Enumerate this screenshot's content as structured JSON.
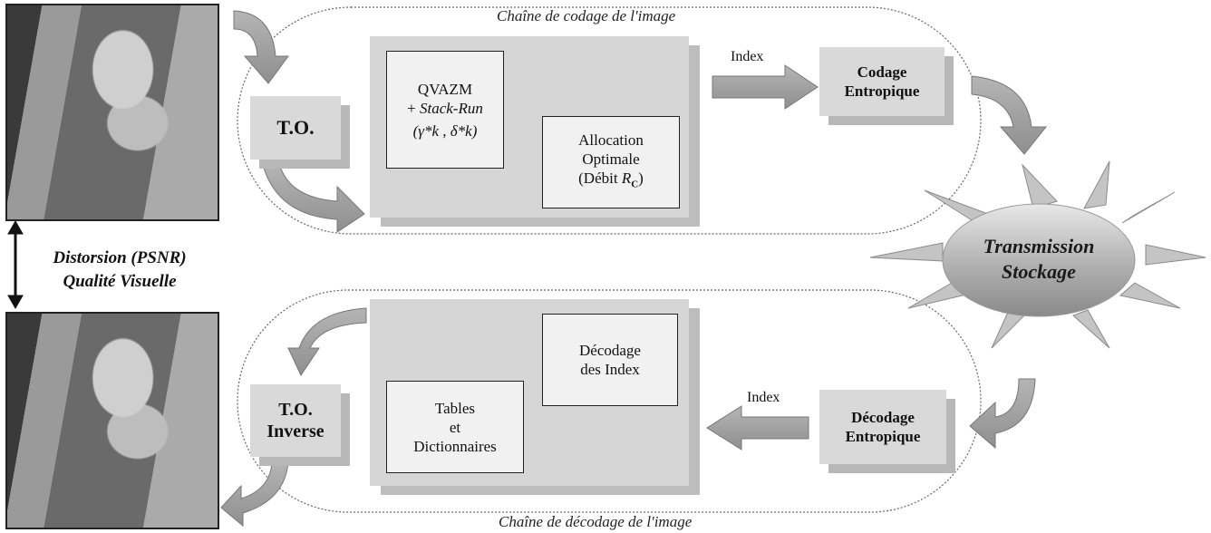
{
  "diagram": {
    "encoding_chain_label": "Chaîne de codage de l'image",
    "decoding_chain_label": "Chaîne de décodage de l'image",
    "to_label": "T.O.",
    "to_inverse_line1": "T.O.",
    "to_inverse_line2": "Inverse",
    "qvazm_line1": "QVAZM",
    "qvazm_line2_prefix": "+ ",
    "qvazm_line2_italic": "Stack-Run",
    "qvazm_line3": "(γ*k , δ*k)",
    "allocation_line1": "Allocation",
    "allocation_line2": "Optimale",
    "allocation_line3_prefix": "(Débit ",
    "allocation_line3_var": "R",
    "allocation_line3_sub": "C",
    "allocation_line3_suffix": ")",
    "index_top": "Index",
    "index_bottom": "Index",
    "coding_line1": "Codage",
    "coding_line2": "Entropique",
    "decoding_entropy_line1": "Décodage",
    "decoding_entropy_line2": "Entropique",
    "transmission_line1": "Transmission",
    "transmission_line2": "Stockage",
    "decoding_index_line1": "Décodage",
    "decoding_index_line2": "des Index",
    "tables_line1": "Tables",
    "tables_line2": "et",
    "tables_line3": "Dictionnaires",
    "distortion_line1": "Distorsion (PSNR)",
    "distortion_line2": "Qualité Visuelle"
  }
}
